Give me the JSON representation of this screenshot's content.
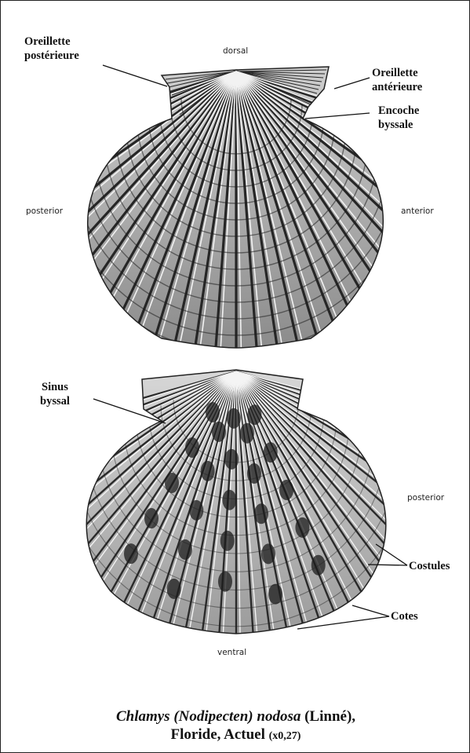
{
  "labels": {
    "oreillette_posterieure_1": "Oreillette",
    "oreillette_posterieure_2": "postérieure",
    "dorsal": "dorsal",
    "oreillette_anterieure_1": "Oreillette",
    "oreillette_anterieure_2": "antérieure",
    "encoche_1": "Encoche",
    "encoche_2": "byssale",
    "posterior_top": "posterior",
    "anterior_top": "anterior",
    "sinus_1": "Sinus",
    "sinus_2": "byssal",
    "posterior_bottom": "posterior",
    "costules": "Costules",
    "cotes": "Cotes",
    "ventral": "ventral"
  },
  "caption": {
    "species": "Chlamys (Nodipecten) nodosa",
    "author": "(Linné),",
    "locality": "Floride, Actuel",
    "scale": "(x0,27)"
  },
  "colors": {
    "shell_dark": "#2a2a2a",
    "shell_mid": "#6a6a6a",
    "shell_light": "#e8e8e8",
    "ink": "#111111"
  }
}
